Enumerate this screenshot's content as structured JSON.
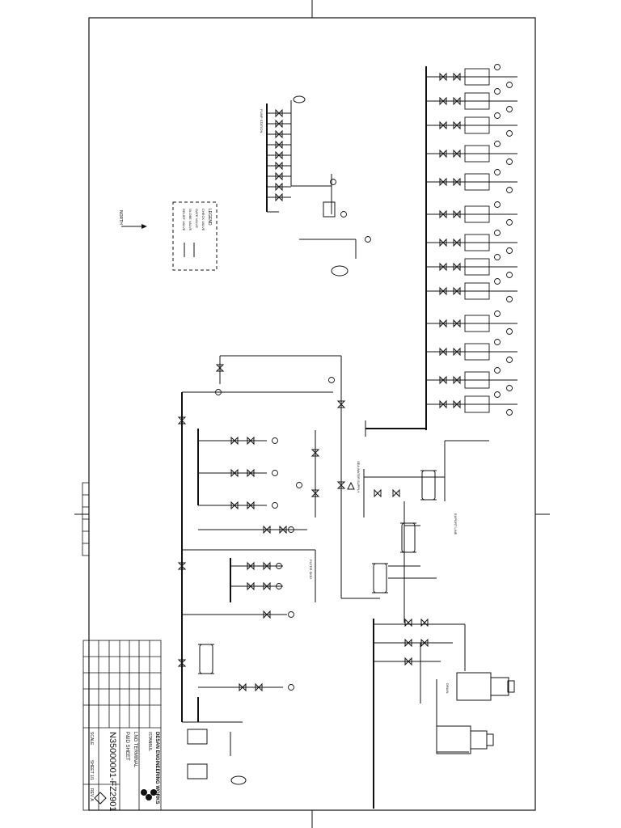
{
  "title_block": {
    "company": "DESAN ENGINEERING WORKS",
    "location": "ISTANBUL",
    "project": "LNG TERMINAL",
    "drawing_title": "P&ID SHEET",
    "drawing_number": "N35000001-FZ2901",
    "revision_label": "REV. A",
    "scale_label": "SCALE",
    "sheet_label": "SHEET 1/1"
  },
  "notes": {
    "box_title": "LEGEND",
    "items": [
      "CHECK VALVE",
      "GATE VALVE",
      "GLOBE VALVE",
      "RELIEF VALVE"
    ]
  },
  "labels": {
    "bus_north": "NORTH",
    "feed_label": "SEA WATER SUPPLY",
    "drain_label": "DRAIN",
    "pump_station": "PUMP STATION",
    "filter_skid": "FILTER SKID",
    "export_line": "EXPORT LINE"
  },
  "colors": {
    "ink": "#111111",
    "paper": "#ffffff"
  }
}
